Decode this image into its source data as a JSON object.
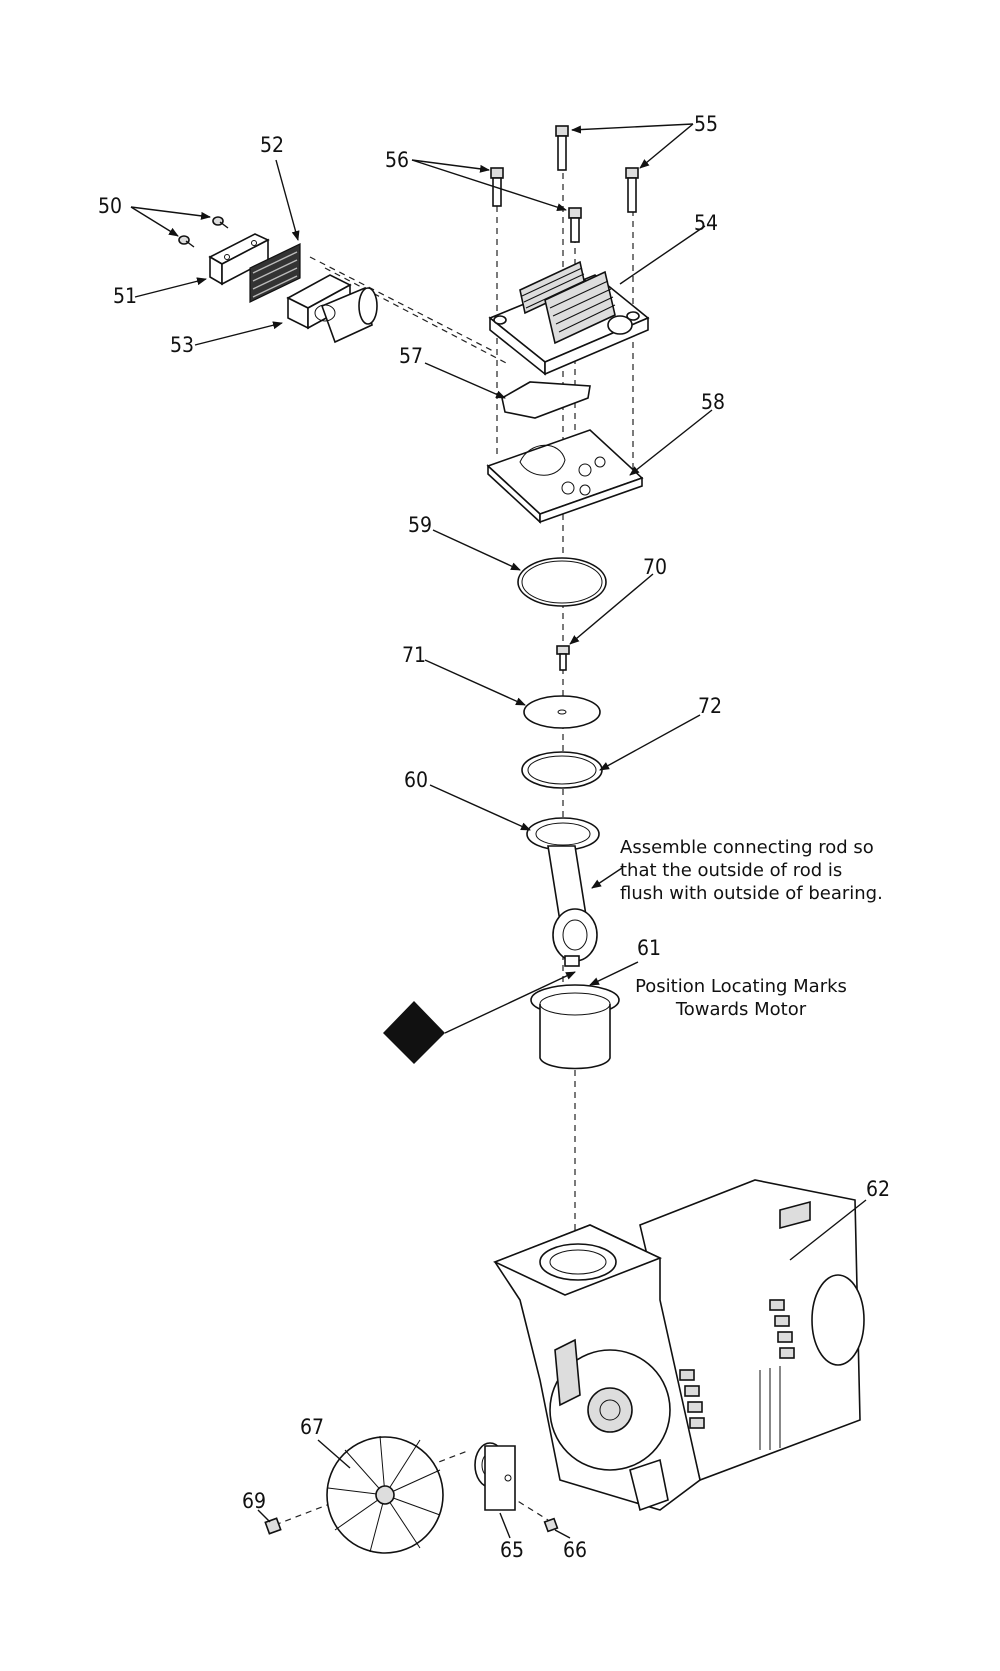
{
  "part_numbers": [
    "50",
    "51",
    "52",
    "53",
    "54",
    "55",
    "56",
    "57",
    "58",
    "59",
    "60",
    "61",
    "62",
    "65",
    "66",
    "67",
    "69",
    "70",
    "71",
    "72"
  ],
  "notes": {
    "connecting_rod": [
      "Assemble connecting rod so",
      "that the outside of rod is",
      "flush with outside of bearing."
    ],
    "locating_marks": [
      "Position Locating Marks",
      "Towards Motor"
    ]
  },
  "symbols": {
    "warning": "diamond-symbol"
  }
}
